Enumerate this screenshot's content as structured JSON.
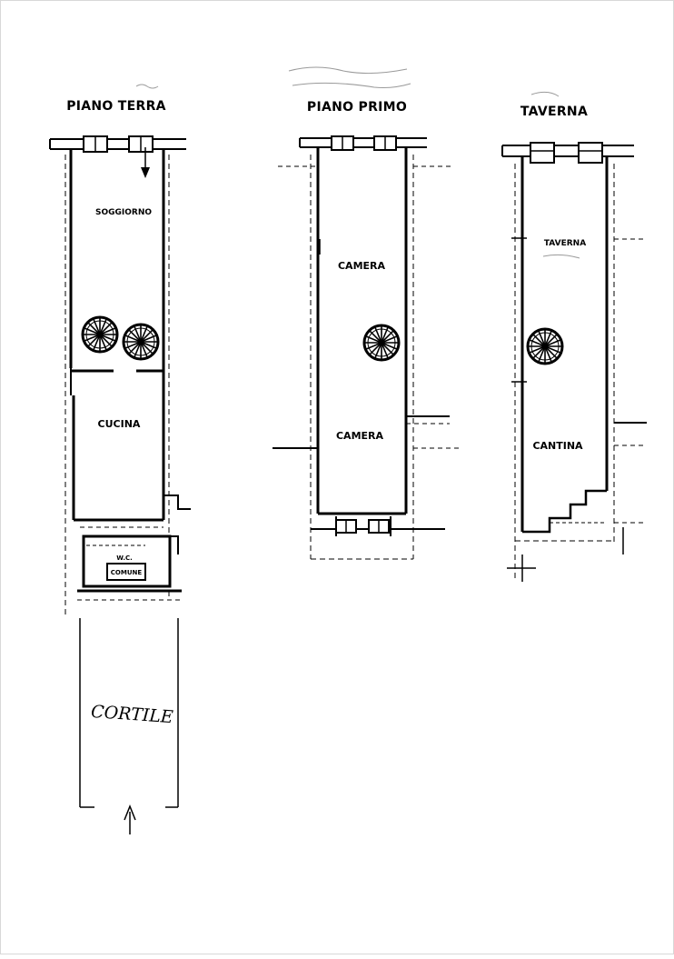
{
  "plans": [
    {
      "title": "PIANO TERRA",
      "rooms": [
        "SOGGIORNO",
        "CUCINA",
        "W.C.",
        "COMUNE",
        "CORTILE"
      ]
    },
    {
      "title": "PIANO PRIMO",
      "rooms": [
        "CAMERA",
        "CAMERA"
      ]
    },
    {
      "title": "TAVERNA",
      "rooms": [
        "TAVERNA",
        "CANTINA"
      ]
    }
  ],
  "icons": [
    "spiral-stair-icon",
    "arrow-down-icon",
    "arrow-up-icon",
    "window-icon"
  ]
}
